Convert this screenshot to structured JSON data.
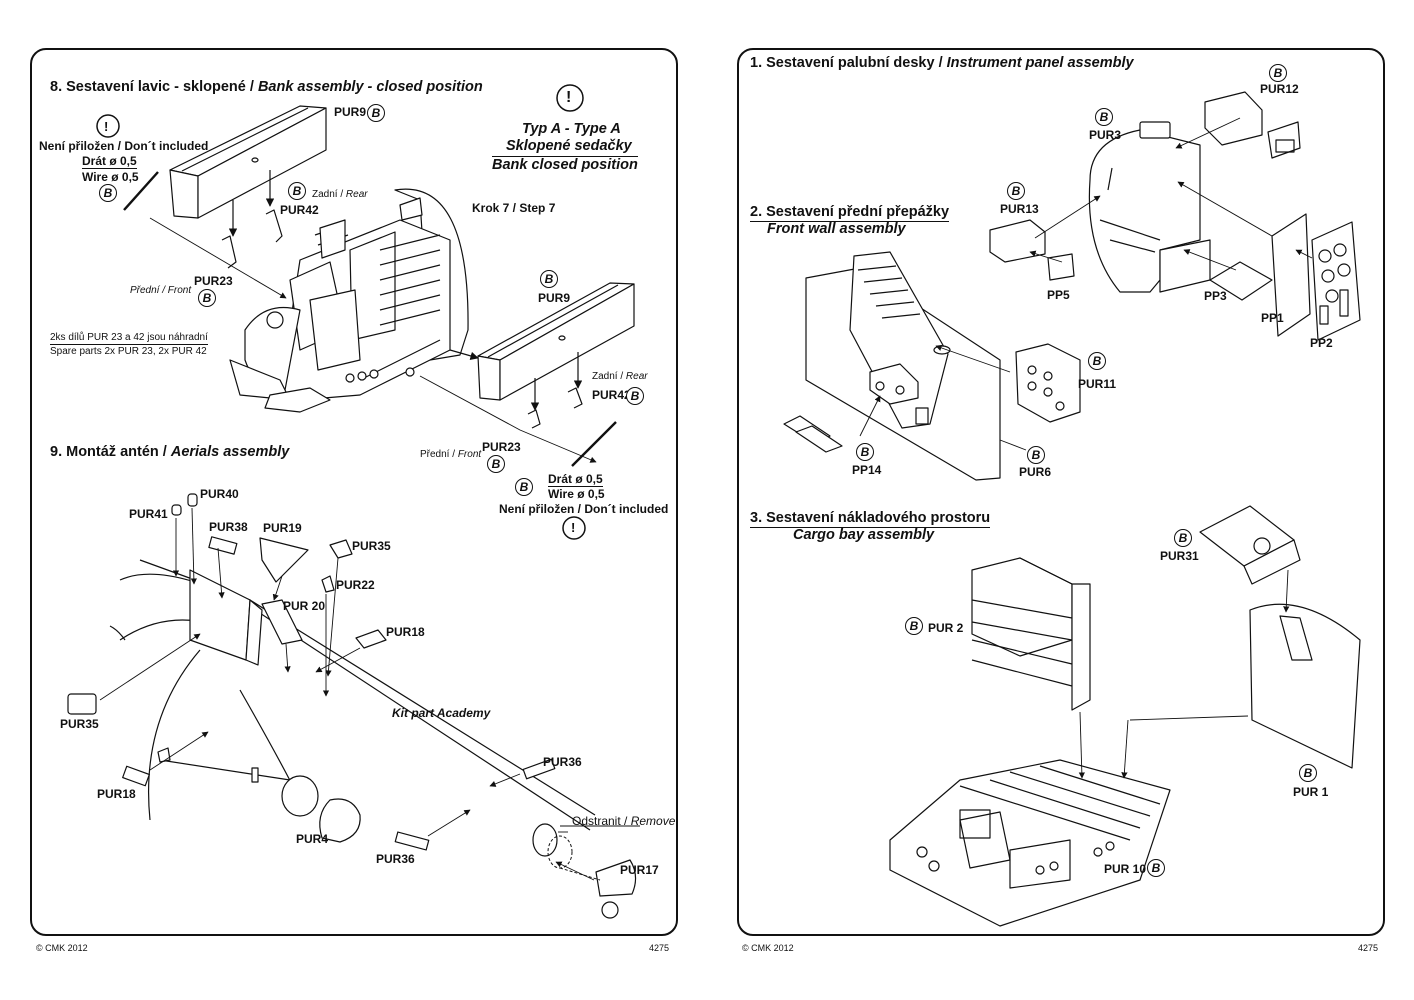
{
  "left_panel": {
    "section8": {
      "title_cz": "8. Sestavení lavic - sklopené / ",
      "title_en": "Bank assembly - closed position",
      "not_included_1": "Není přiložen / Don´t included",
      "wire_cz_1": "Drát  ø 0,5",
      "wire_en_1": "Wire ø 0,5",
      "type_line1": "Typ A - Type A",
      "type_line2": "Sklopené sedačky",
      "type_line3": "Bank closed position",
      "rear_1": "Zadní / ",
      "rear_1_en": "Rear",
      "step": "Krok 7 / Step 7",
      "front_1": "Přední / Front",
      "spare_cz": "2ks dílů PUR 23 a 42 jsou náhradní",
      "spare_en": "Spare parts 2x PUR 23, 2x PUR 42",
      "rear_2": "Zadní / ",
      "rear_2_en": "Rear",
      "front_2": "Přední / ",
      "front_2_en": "Front",
      "wire_cz_2": "Drát ø 0,5",
      "wire_en_2": "Wire ø 0,5",
      "not_included_2": "Není přiložen / Don´t included",
      "parts": {
        "pur9_a": "PUR9",
        "pur42_a": "PUR42",
        "pur23_a": "PUR23",
        "pur9_b": "PUR9",
        "pur42_b": "PUR42",
        "pur23_b": "PUR23"
      }
    },
    "section9": {
      "title_cz": "9. Montáž antén / ",
      "title_en": "Aerials assembly",
      "kit_part": "Kit part Academy",
      "remove_cz": "Odstranit / ",
      "remove_en": "Remove",
      "parts": {
        "pur40": "PUR40",
        "pur41": "PUR41",
        "pur38": "PUR38",
        "pur19": "PUR19",
        "pur35_a": "PUR35",
        "pur22": "PUR22",
        "pur20": "PUR 20",
        "pur18_a": "PUR18",
        "pur35_b": "PUR35",
        "pur18_b": "PUR18",
        "pur36_a": "PUR36",
        "pur4": "PUR4",
        "pur36_b": "PUR36",
        "pur17": "PUR17"
      }
    },
    "footer_left": "© CMK 2012",
    "footer_right": "4275"
  },
  "right_panel": {
    "section1": {
      "title_cz": "1. Sestavení palubní desky / ",
      "title_en": "Instrument panel assembly",
      "parts": {
        "pur12": "PUR12",
        "pur3": "PUR3",
        "pur13": "PUR13",
        "pp5": "PP5",
        "pp3": "PP3",
        "pp1": "PP1",
        "pp2": "PP2"
      }
    },
    "section2": {
      "title_cz": "2. Sestavení přední přepážky",
      "title_en": "Front wall assembly",
      "parts": {
        "pur11": "PUR11",
        "pp14": "PP14",
        "pur6": "PUR6"
      }
    },
    "section3": {
      "title_cz": "3. Sestavení nákladového prostoru",
      "title_en": "Cargo bay assembly",
      "parts": {
        "pur31": "PUR31",
        "pur2": "PUR 2",
        "pur1": "PUR 1",
        "pur10": "PUR 10"
      }
    },
    "footer_left": "© CMK 2012",
    "footer_right": "4275"
  },
  "symbols": {
    "warning_glyph": "!",
    "resin_glyph": "B"
  }
}
